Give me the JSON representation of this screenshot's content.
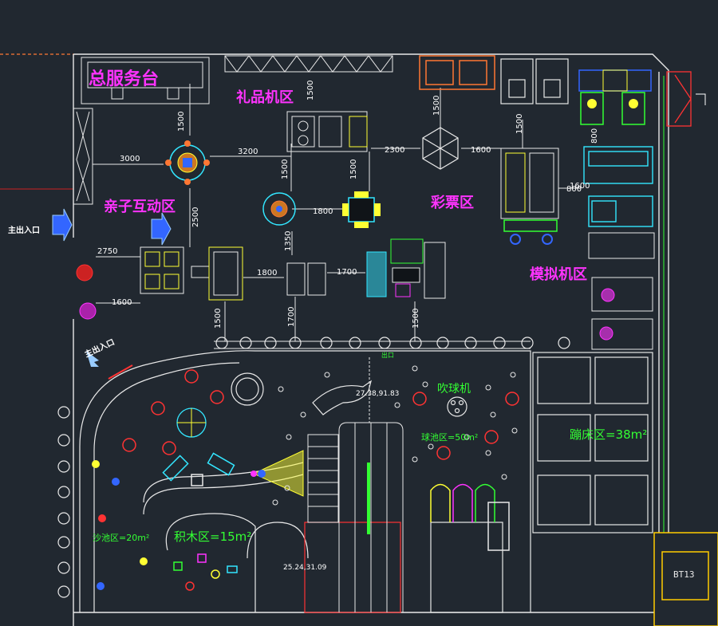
{
  "zones": {
    "service_desk": "总服务台",
    "gift_area": "礼品机区",
    "parent_child_area": "亲子互动区",
    "lottery_area": "彩票区",
    "simulator_area": "模拟机区",
    "ball_blower": "吹球机",
    "ball_pool": "球池区=50m²",
    "trampoline": "蹦床区=38m²",
    "sand_pool": "沙池区=20m²",
    "blocks_area": "积木区=15m²"
  },
  "entrances": {
    "main_left": "主出入口",
    "main_lower": "主出入口"
  },
  "dimensions": {
    "d1": "1500",
    "d2": "3200",
    "d3": "3000",
    "d4": "2300",
    "d5": "1600",
    "d6": "1500",
    "d7": "1500",
    "d8": "1500",
    "d9": "1800",
    "d10": "2500",
    "d11": "2750",
    "d12": "1800",
    "d13": "1700",
    "d14": "1600",
    "d15": "1500",
    "d16": "1700",
    "d17": "1500",
    "d18": "1350",
    "d19": "1500",
    "d20": "800",
    "d21": "800",
    "d22": "1500",
    "d23": "1600"
  },
  "small_labels": {
    "bt": "BT13",
    "coord1": "27.38,91.83",
    "coord2": "25.24,31.09",
    "entrance_line": "出口"
  },
  "colors": {
    "background": "#212830",
    "wall": "#e8e8e8",
    "magenta": "#ff33ff",
    "green": "#33ff33",
    "cyan": "#33e6ff",
    "yellow": "#ffff33",
    "red": "#ff3333",
    "orange": "#ff7733",
    "blue": "#3366ff"
  }
}
